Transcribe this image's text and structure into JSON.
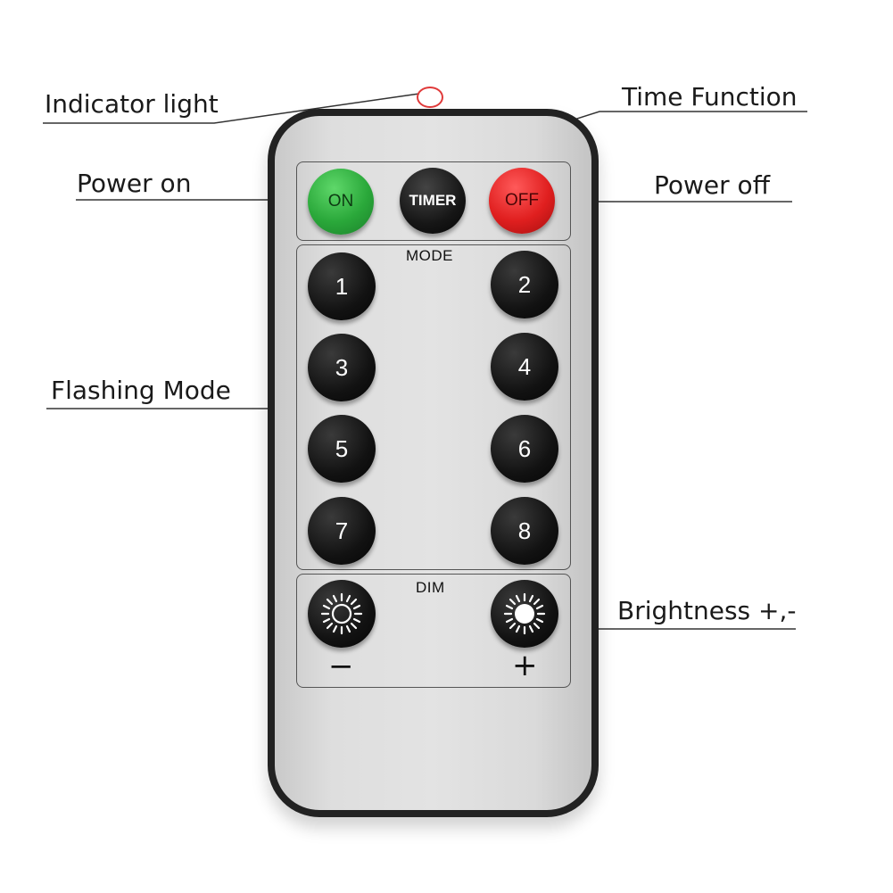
{
  "callouts": {
    "indicator": "Indicator light",
    "time_function": "Time Function",
    "power_on": "Power on",
    "power_off": "Power off",
    "flashing_mode": "Flashing Mode",
    "brightness": "Brightness +,-"
  },
  "remote": {
    "top_buttons": {
      "on": "ON",
      "timer": "TIMER",
      "off": "OFF"
    },
    "mode_label": "MODE",
    "mode_buttons": [
      "1",
      "2",
      "3",
      "4",
      "5",
      "6",
      "7",
      "8"
    ],
    "dim_label": "DIM",
    "dim_minus": "−",
    "dim_plus": "+"
  },
  "colors": {
    "on": "#2aa83a",
    "off": "#e01f1f",
    "body": "#dedede",
    "outline": "#222222"
  },
  "icons": {
    "dim_minus": "sun-icon",
    "dim_plus": "sun-filled-icon"
  }
}
